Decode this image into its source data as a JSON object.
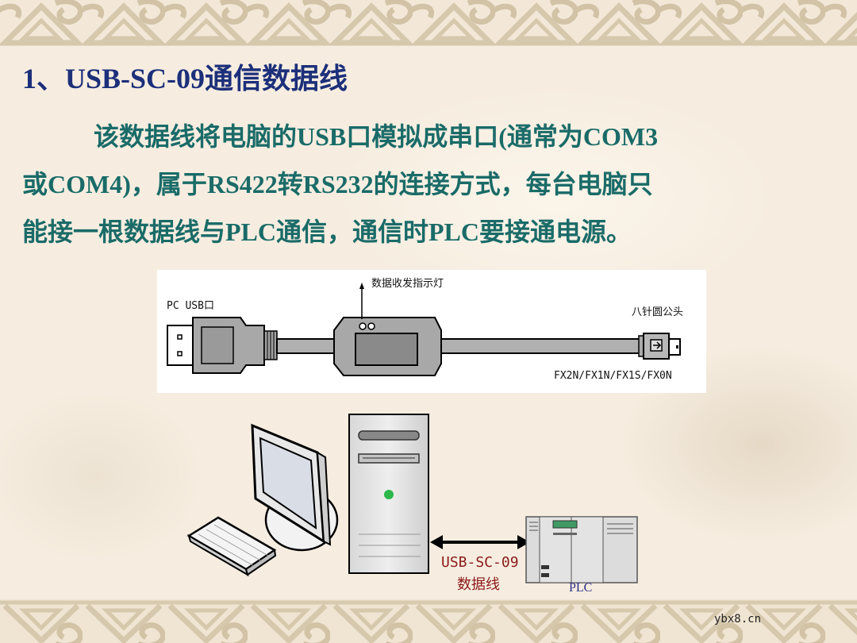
{
  "slide": {
    "title": "1、USB-SC-09通信数据线",
    "body_lines": [
      "该数据线将电脑的USB口模拟成串口(通常为COM3",
      "或COM4)，属于RS422转RS232的连接方式，每台电脑只",
      "能接一根数据线与PLC通信，通信时PLC要接通电源。"
    ],
    "colors": {
      "title": "#1c2f7a",
      "body": "#1a6b68",
      "background": "#f6ede0",
      "border_pattern": "#d9ccb2",
      "cable_label": "#8b1a1a",
      "plc_label": "#2a2f8a",
      "led_green": "#2db84a",
      "plc_display": "#3f9a64"
    }
  },
  "cable_figure": {
    "pc_usb_label": "PC USB口",
    "indicator_label": "数据收发指示灯",
    "connector_label": "八针圆公头",
    "models_label": "FX2N/FX1N/FX1S/FX0N"
  },
  "network_figure": {
    "cable_name": "USB-SC-09",
    "cable_desc": "数据线",
    "plc_label": "PLC",
    "icons": [
      "monitor-icon",
      "keyboard-icon",
      "pc-tower-icon",
      "double-arrow-icon",
      "plc-icon"
    ]
  },
  "watermark": "ybx8.cn"
}
